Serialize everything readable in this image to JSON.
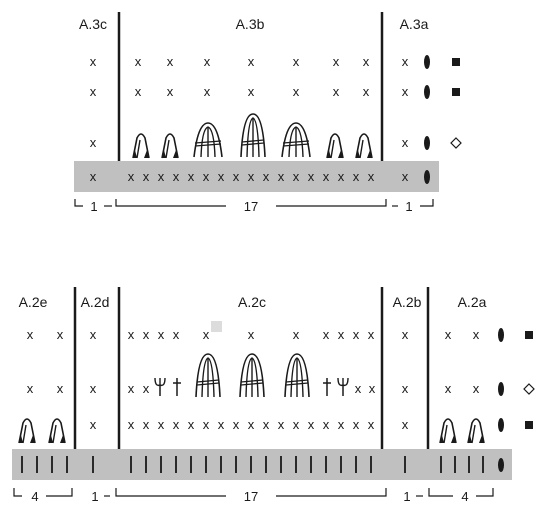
{
  "diagram_a3": {
    "labels": {
      "a3c": "A.3c",
      "a3b": "A.3b",
      "a3a": "A.3a"
    },
    "counts": {
      "a3c": "1",
      "a3b": "17",
      "a3a": "1"
    },
    "cross": "x",
    "legend_symbols": [
      "filled-square-icon",
      "filled-square-icon",
      "diamond-outline-icon"
    ]
  },
  "diagram_a2": {
    "labels": {
      "a2e": "A.2e",
      "a2d": "A.2d",
      "a2c": "A.2c",
      "a2b": "A.2b",
      "a2a": "A.2a"
    },
    "counts": {
      "a2e": "4",
      "a2d": "1",
      "a2c": "17",
      "a2b": "1",
      "a2a": "4"
    },
    "cross": "x",
    "legend_symbols": [
      "filled-square-icon",
      "diamond-outline-icon",
      "filled-square-icon"
    ]
  },
  "colors": {
    "shaded_row": "#c0c0c0",
    "ink": "#1a1a1a",
    "light_square": "#dcdcdc"
  }
}
